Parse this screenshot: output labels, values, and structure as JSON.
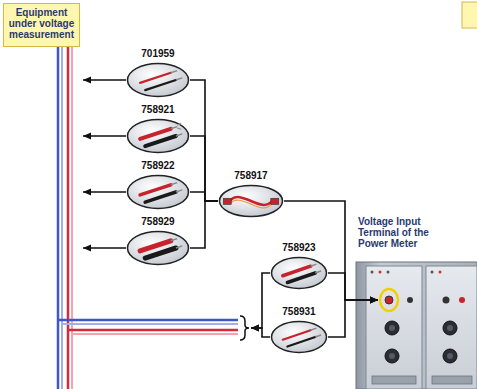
{
  "diagram": {
    "nodes": [
      {
        "text": [
          "Equipment under voltage measurement"
        ]
      },
      {
        "text": [
          "701959"
        ]
      },
      {
        "text": [
          "758921"
        ]
      },
      {
        "text": [
          "758922"
        ]
      },
      {
        "text": [
          "758929"
        ]
      },
      {
        "text": [
          "758917"
        ]
      },
      {
        "text": [
          "758923"
        ]
      },
      {
        "text": [
          "758931"
        ]
      },
      {
        "text": [
          "Voltage Input Terminal of the Power Meter"
        ]
      }
    ],
    "edges": [
      {
        "from": 1,
        "to": 0,
        "arrow": "to"
      },
      {
        "from": 2,
        "to": 0,
        "arrow": "to"
      },
      {
        "from": 3,
        "to": 0,
        "arrow": "to"
      },
      {
        "from": 4,
        "to": 0,
        "arrow": "to"
      },
      {
        "from": 1,
        "to": 5,
        "arrow": "none"
      },
      {
        "from": 2,
        "to": 5,
        "arrow": "none"
      },
      {
        "from": 3,
        "to": 5,
        "arrow": "none"
      },
      {
        "from": 4,
        "to": 5,
        "arrow": "none"
      },
      {
        "from": 5,
        "to": 8,
        "arrow": "to"
      },
      {
        "from": 6,
        "to": 0,
        "arrow": "to"
      },
      {
        "from": 7,
        "to": 0,
        "arrow": "to"
      },
      {
        "from": 6,
        "to": 8,
        "arrow": "to"
      },
      {
        "from": 7,
        "to": 8,
        "arrow": "to"
      }
    ]
  }
}
